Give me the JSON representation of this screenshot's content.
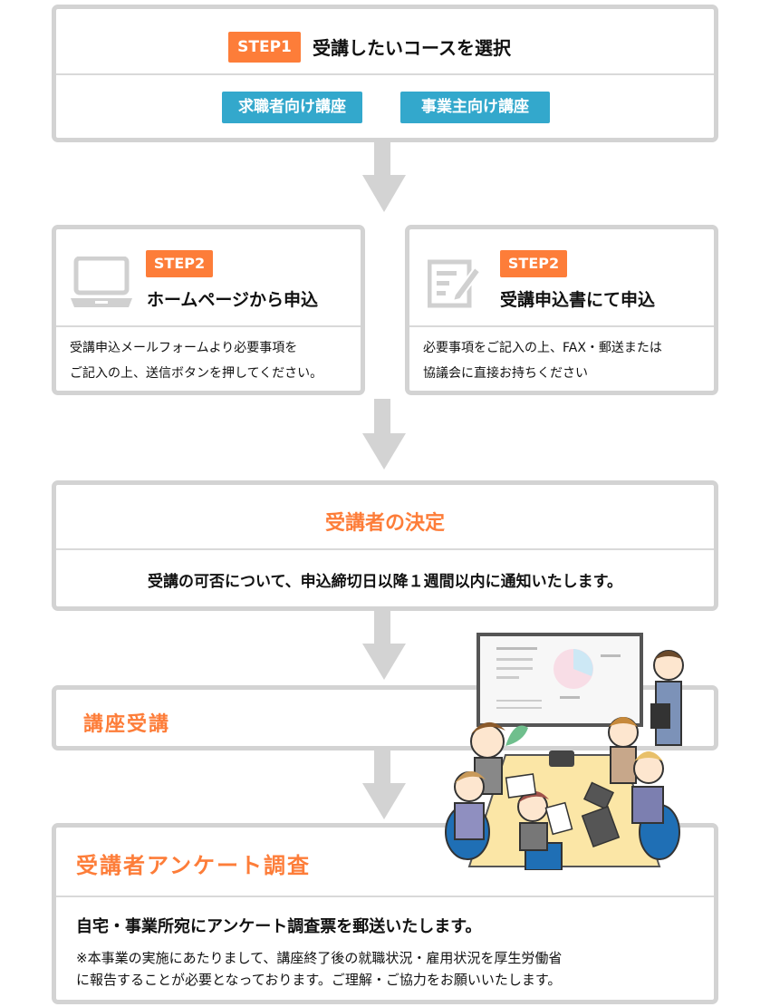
{
  "step1": {
    "badge": "STEP1",
    "title": "受講したいコースを選択",
    "courses": [
      {
        "label": "求職者向け講座"
      },
      {
        "label": "事業主向け講座"
      }
    ]
  },
  "step2_web": {
    "badge": "STEP2",
    "icon": "laptop-icon",
    "title": "ホームページから申込",
    "lines": [
      "受講申込メールフォームより必要事項を",
      "ご記入の上、送信ボタンを押してください。"
    ]
  },
  "step2_paper": {
    "badge": "STEP2",
    "icon": "form-edit-icon",
    "title": "受講申込書にて申込",
    "lines": [
      "必要事項をご記入の上、FAX・郵送または",
      "協議会に直接お持ちください"
    ]
  },
  "decision": {
    "title": "受講者の決定",
    "text": "受講の可否について、申込締切日以降１週間以内に通知いたします。"
  },
  "attend": {
    "title": "講座受講"
  },
  "survey": {
    "title": "受講者アンケート調査",
    "main_text": "自宅・事業所宛にアンケート調査票を郵送いたします。",
    "note_lines": [
      "※本事業の実施にあたりまして、講座終了後の就職状況・雇用状況を厚生労働省",
      "に報告することが必要となっております。ご理解・ご協力をお願いいたします。"
    ]
  },
  "illustration": "meeting-illustration",
  "colors": {
    "accent": "#fd7d39",
    "button": "#33a8cc",
    "border": "#d3d3d3"
  }
}
